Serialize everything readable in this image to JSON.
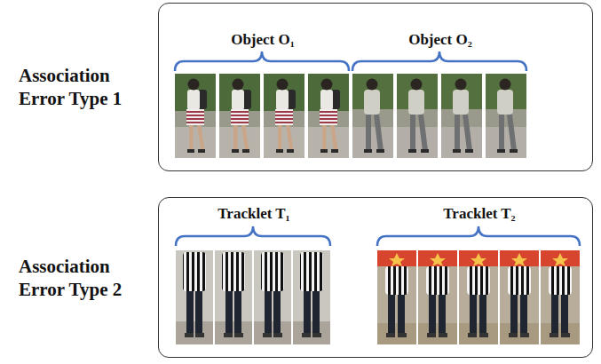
{
  "diagram": {
    "nodes": [
      {
        "text": [
          "Association Error Type 1"
        ]
      },
      {
        "text": [
          "Association Error Type 2"
        ]
      }
    ],
    "labels": [
      "Object O₁",
      "Object O₂",
      "Tracklet T₁",
      "Tracklet T₂"
    ]
  }
}
